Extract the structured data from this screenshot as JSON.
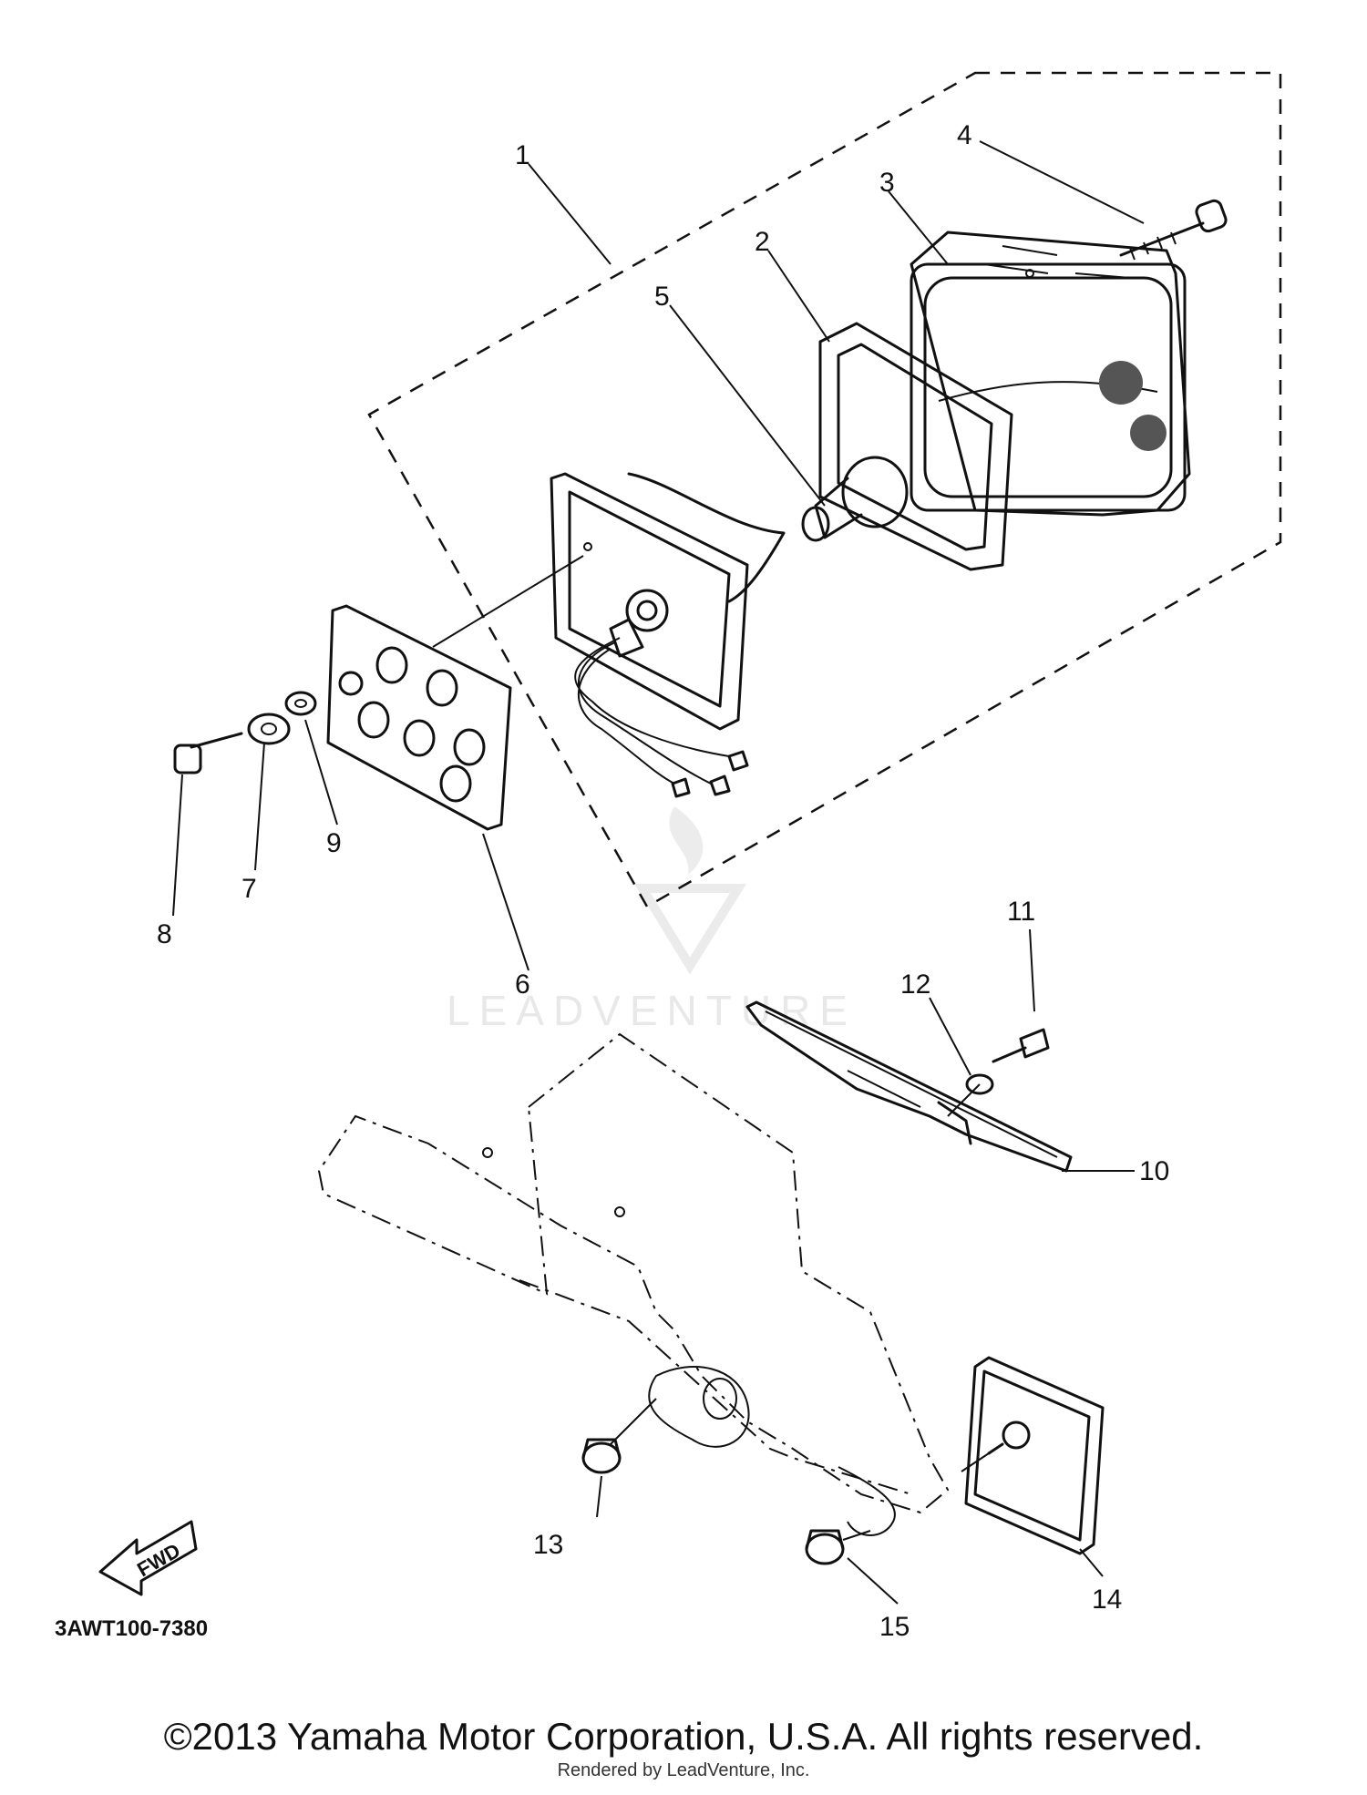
{
  "callouts": [
    "1",
    "2",
    "3",
    "4",
    "5",
    "6",
    "7",
    "8",
    "9",
    "10",
    "11",
    "12",
    "13",
    "14",
    "15"
  ],
  "watermark": "LEADVENTURE",
  "fwd_label": "FWD",
  "diagram_code": "3AWT100-7380",
  "copyright": "©2013 Yamaha Motor Corporation, U.S.A. All rights reserved.",
  "rendered_by": "Rendered by LeadVenture, Inc."
}
